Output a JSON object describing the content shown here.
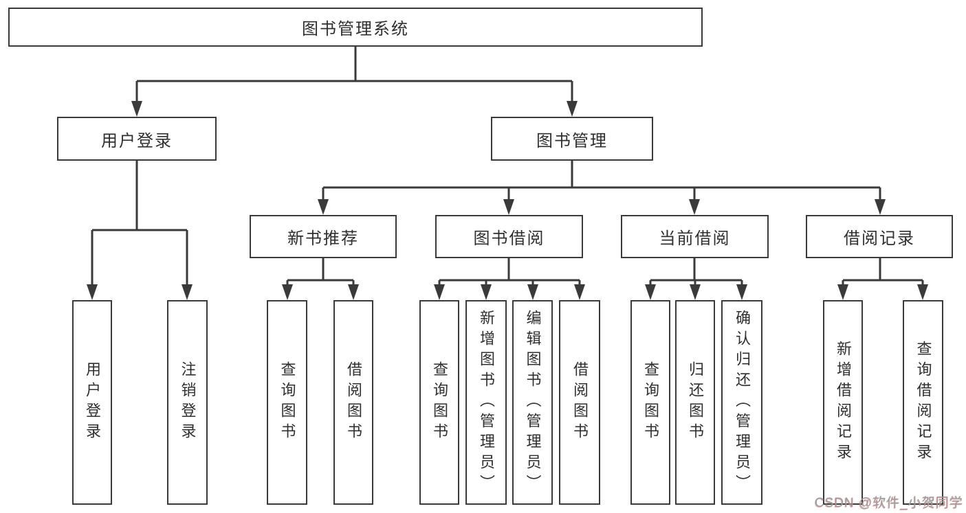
{
  "diagram": {
    "root": {
      "label": "图书管理系统"
    },
    "branches": [
      {
        "label": "用户登录",
        "children": [
          {
            "label": "用户登录"
          },
          {
            "label": "注销登录"
          }
        ]
      },
      {
        "label": "图书管理",
        "children": [
          {
            "label": "新书推荐",
            "children": [
              {
                "label": "查询图书"
              },
              {
                "label": "借阅图书"
              }
            ]
          },
          {
            "label": "图书借阅",
            "children": [
              {
                "label": "查询图书"
              },
              {
                "label": "新增图书（管理员）"
              },
              {
                "label": "编辑图书（管理员）"
              },
              {
                "label": "借阅图书"
              }
            ]
          },
          {
            "label": "当前借阅",
            "children": [
              {
                "label": "查询图书"
              },
              {
                "label": "归还图书"
              },
              {
                "label": "确认归还（管理员）"
              }
            ]
          },
          {
            "label": "借阅记录",
            "children": [
              {
                "label": "新增借阅记录"
              },
              {
                "label": "查询借阅记录"
              }
            ]
          }
        ]
      }
    ]
  },
  "watermark": {
    "text": "CSDN @软件_小贺同学"
  },
  "colors": {
    "line": "#3a3a3a",
    "text": "#2f2f2f",
    "background": "#ffffff",
    "watermark": "#9c9c9c",
    "watermark_shadow": "#c86a6a"
  }
}
